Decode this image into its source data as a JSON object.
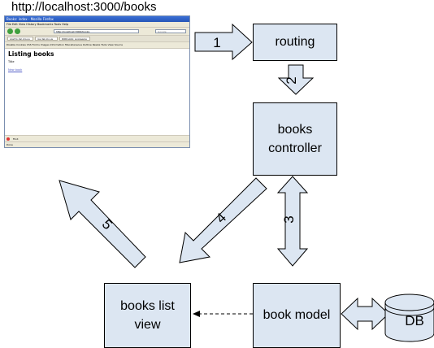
{
  "url_title": "http://localhost:3000/books",
  "nodes": {
    "routing": "routing",
    "controller": "books\ncontroller",
    "view": "books list\nview",
    "model": "book model",
    "db": "DB"
  },
  "arrows": {
    "a1": "1",
    "a2": "2",
    "a3": "3",
    "a4": "4",
    "a5": "5"
  },
  "browser": {
    "window_title": "Books: index - Mozilla Firefox",
    "menu": "File   Edit   View   History   Bookmarks   Tools   Help",
    "address": "http://localhost:3000/books",
    "search_placeholder": "Google",
    "tabs": [
      "post to del.icio.us",
      "rss del.icio.us",
      "RORing2A: Logowanie"
    ],
    "bookmarks": "Disable   Cookies   CSS   Forms   Images   Information   Miscellaneous   Outline   Resize   Tools   View Source",
    "heading": "Listing books",
    "column": "Title",
    "link": "New book",
    "find_label": "Find:",
    "status": "Done"
  },
  "colors": {
    "box_fill": "#dce6f2",
    "box_border": "#000000",
    "arrow_fill": "#dce6f2"
  }
}
